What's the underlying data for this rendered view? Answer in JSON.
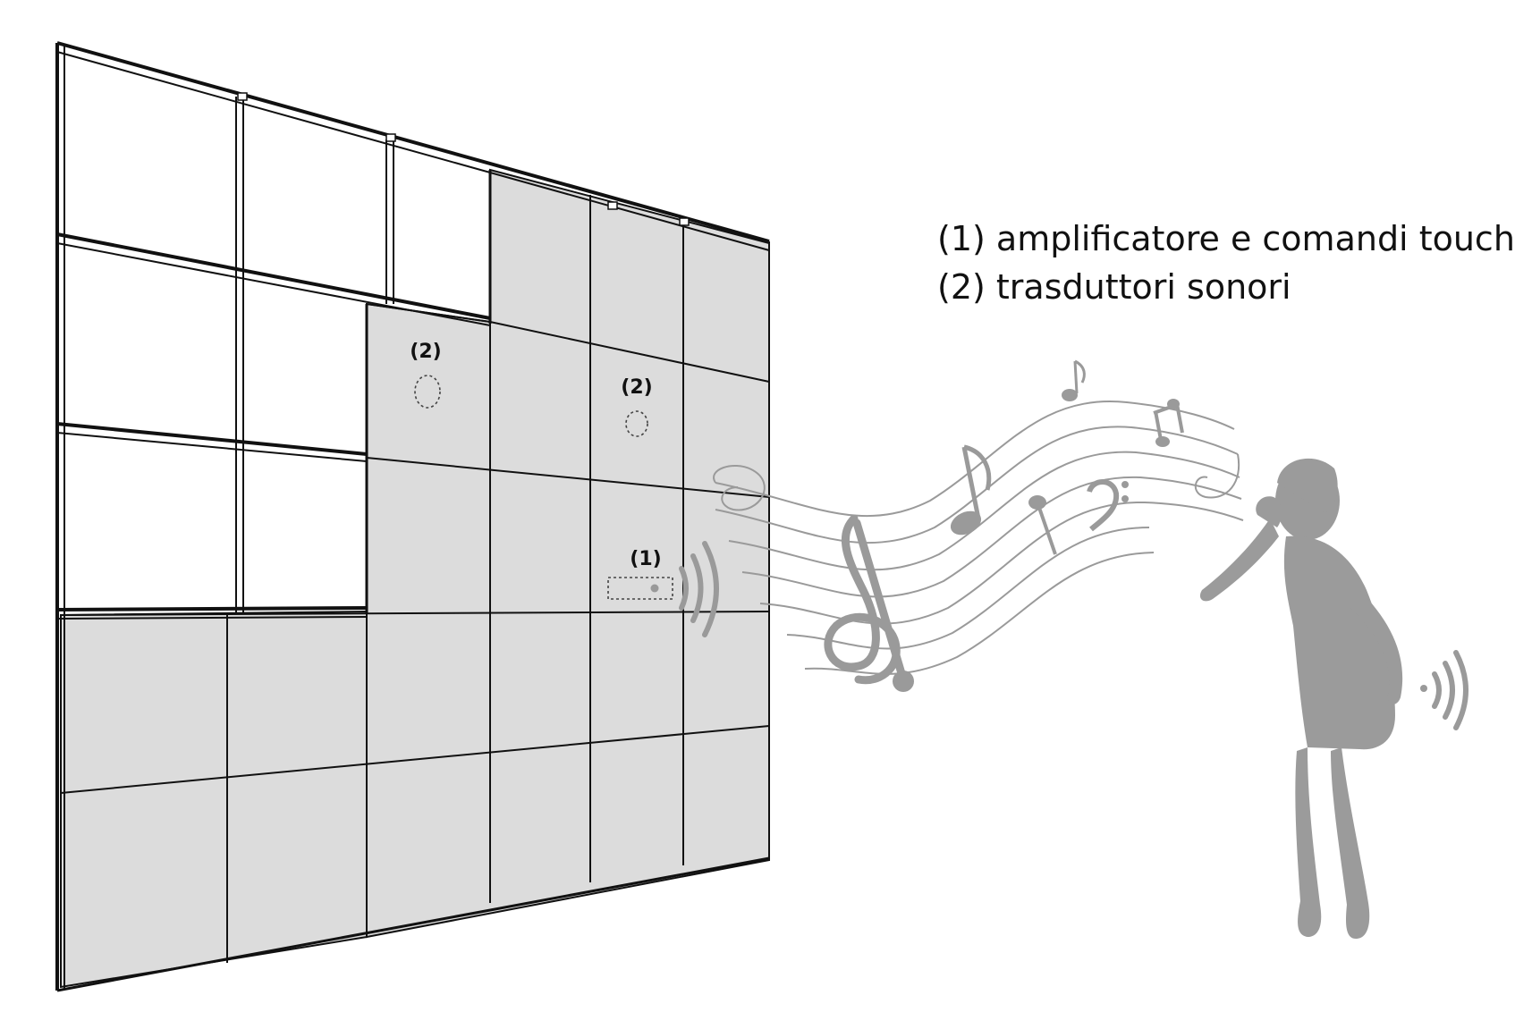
{
  "legend": {
    "item_1": "(1) amplificatore e comandi touch",
    "item_2": "(2) trasduttori sonori"
  },
  "labels": {
    "transducer_left": "(2)",
    "transducer_right": "(2)",
    "amplifier": "(1)"
  },
  "colors": {
    "panel_fill": "#dcdcdc",
    "frame_line": "#111111",
    "music_gray": "#9a9a9a",
    "person_gray": "#9b9b9b"
  },
  "icons": {
    "notes": [
      "treble-clef-icon",
      "bass-clef-icon",
      "eighth-note-icon",
      "beamed-notes-icon"
    ],
    "person": "listener-silhouette-icon",
    "waves": "sound-wave-icon"
  }
}
